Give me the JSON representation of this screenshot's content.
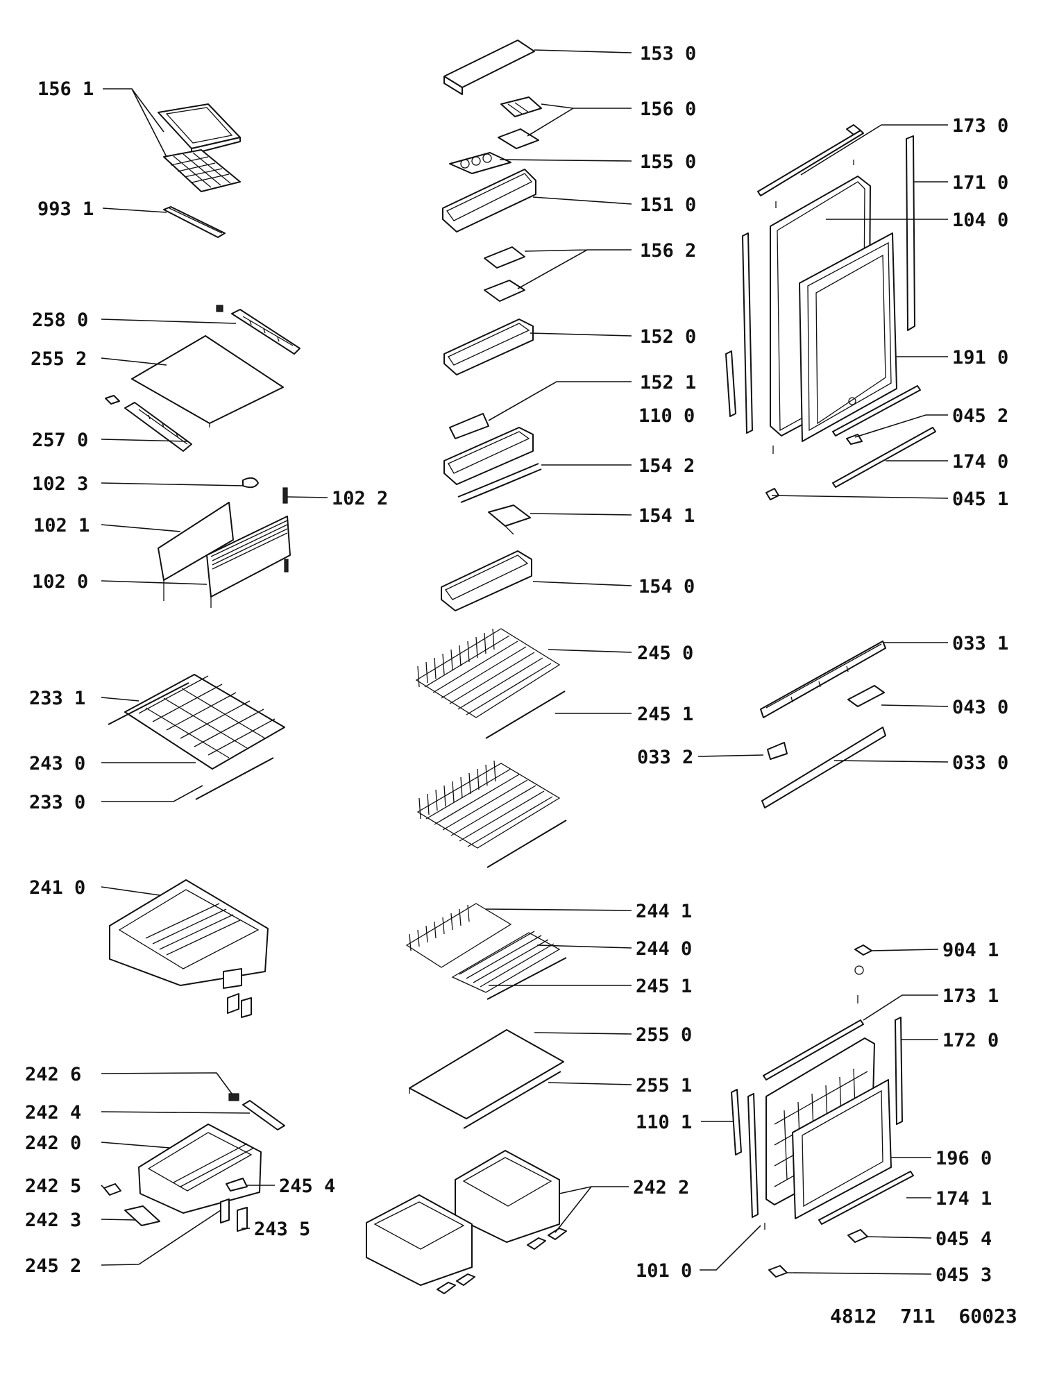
{
  "parts": {
    "p1561": "156 1",
    "p9931": "993 1",
    "p2580": "258 0",
    "p2552": "255 2",
    "p2570": "257 0",
    "p1023": "102 3",
    "p1022": "102 2",
    "p1021": "102 1",
    "p1020": "102 0",
    "p2331": "233 1",
    "p2430": "243 0",
    "p2330": "233 0",
    "p2410": "241 0",
    "p2426": "242 6",
    "p2424": "242 4",
    "p2420": "242 0",
    "p2425": "242 5",
    "p2423": "242 3",
    "p2452": "245 2",
    "p2454": "245 4",
    "p2435": "243 5",
    "p1530": "153 0",
    "p1560": "156 0",
    "p1550": "155 0",
    "p1510": "151 0",
    "p1562": "156 2",
    "p1520": "152 0",
    "p1521": "152 1",
    "p1100": "110 0",
    "p1542": "154 2",
    "p1541": "154 1",
    "p1540": "154 0",
    "p2450": "245 0",
    "p2451a": "245 1",
    "p0332": "033 2",
    "p2441": "244 1",
    "p2440": "244 0",
    "p2451b": "245 1",
    "p2550": "255 0",
    "p2551": "255 1",
    "p1101": "110 1",
    "p2422": "242 2",
    "p1010": "101 0",
    "p1730": "173 0",
    "p1710": "171 0",
    "p1040": "104 0",
    "p1910": "191 0",
    "p0452": "045 2",
    "p1740": "174 0",
    "p0451": "045 1",
    "p0331": "033 1",
    "p0430": "043 0",
    "p0330": "033 0",
    "p9041": "904 1",
    "p1731": "173 1",
    "p1720": "172 0",
    "p1960": "196 0",
    "p1741": "174 1",
    "p0454": "045 4",
    "p0453": "045 3"
  },
  "drawing_ref": "4812  711  60023"
}
